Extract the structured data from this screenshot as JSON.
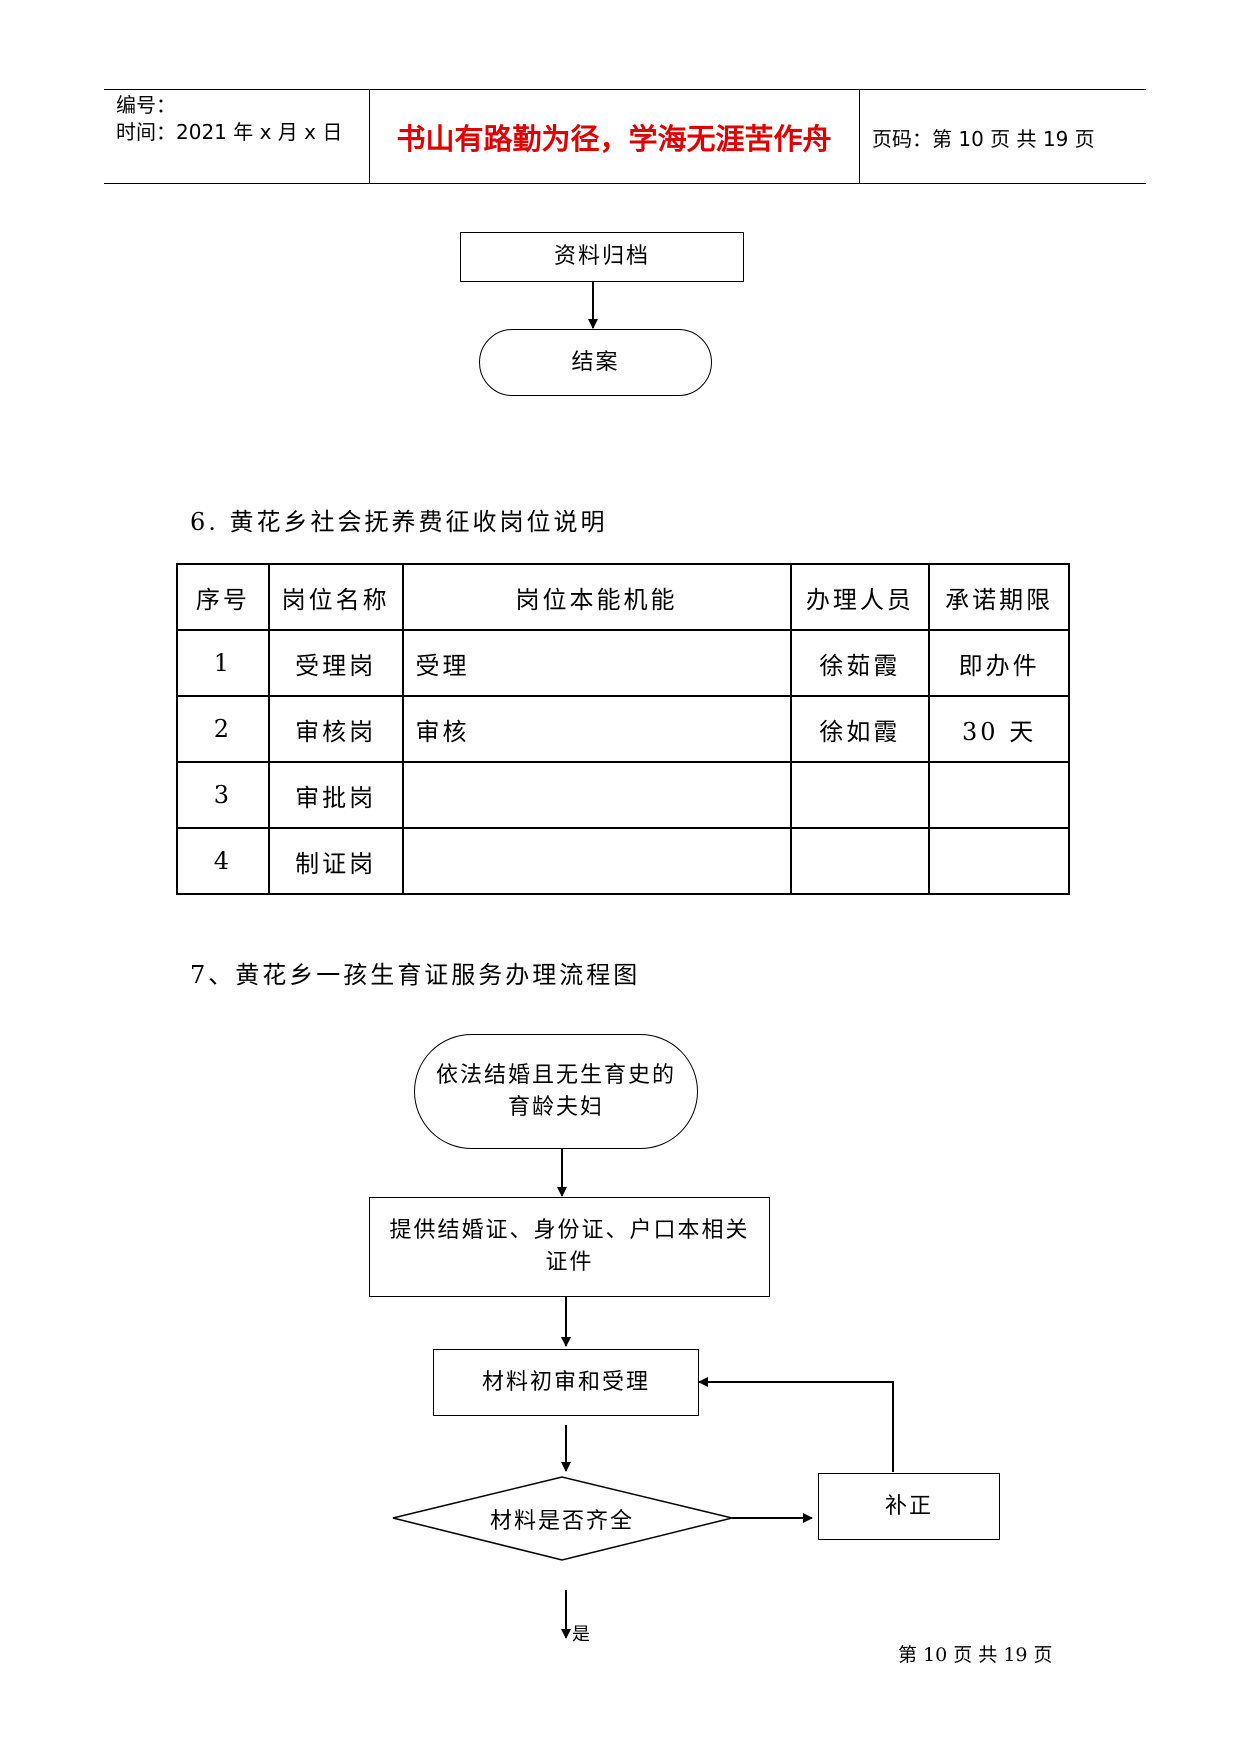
{
  "header": {
    "number_label": "编号：",
    "time_label": "时间：2021 年 x 月 x 日",
    "motto": "书山有路勤为径，学海无涯苦作舟",
    "page_info": "页码：第 10 页  共 19 页"
  },
  "flow_top": {
    "archive": "资料归档",
    "close_case": "结案"
  },
  "section6": {
    "heading": "6. 黄花乡社会抚养费征收岗位说明",
    "columns": [
      "序号",
      "岗位名称",
      "岗位本能机能",
      "办理人员",
      "承诺期限"
    ],
    "rows": [
      {
        "no": "1",
        "post": "受理岗",
        "function": "受理",
        "staff": "徐茹霞",
        "deadline": "即办件"
      },
      {
        "no": "2",
        "post": "审核岗",
        "function": "审核",
        "staff": "徐如霞",
        "deadline": "30 天"
      },
      {
        "no": "3",
        "post": "审批岗",
        "function": "",
        "staff": "",
        "deadline": ""
      },
      {
        "no": "4",
        "post": "制证岗",
        "function": "",
        "staff": "",
        "deadline": ""
      }
    ]
  },
  "section7": {
    "heading": "7、黄花乡一孩生育证服务办理流程图",
    "start": "依法结婚且无生育史的育龄夫妇",
    "provide_docs": "提供结婚证、身份证、户口本相关证件",
    "initial_review": "材料初审和受理",
    "decision": "材料是否齐全",
    "correction": "补正",
    "yes_label": "是"
  },
  "footer": {
    "page_text": "第  10  页  共  19  页"
  }
}
